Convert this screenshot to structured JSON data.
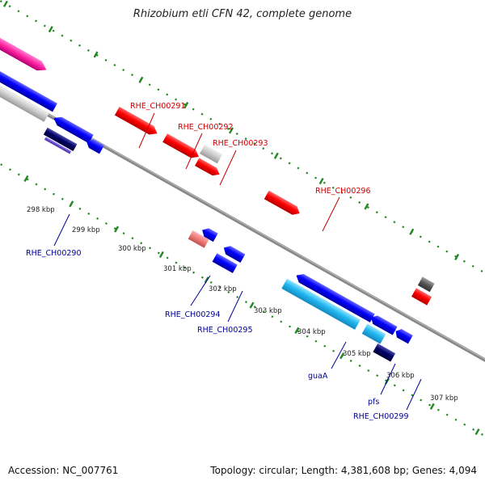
{
  "title": "Rhizobium etli CFN 42, complete genome",
  "footer": {
    "accession": "Accession: NC_007761",
    "topology": "Topology: circular; Length: 4,381,608 bp; Genes: 4,094"
  },
  "colors": {
    "forward_strand": "#ff0000",
    "reverse_strand": "#0000ff",
    "label_forward": "#cc0000",
    "label_reverse": "#000099",
    "ticks": "#228822",
    "backbone": "#888888"
  },
  "kbp_ticks": [
    "298 kbp",
    "299 kbp",
    "300 kbp",
    "301 kbp",
    "302 kbp",
    "303 kbp",
    "304 kbp",
    "305 kbp",
    "306 kbp",
    "307 kbp"
  ],
  "gene_labels": {
    "RHE_CH00291": "RHE_CH00291",
    "RHE_CH00292": "RHE_CH00292",
    "RHE_CH00293": "RHE_CH00293",
    "RHE_CH00296": "RHE_CH00296",
    "RHE_CH00290": "RHE_CH00290",
    "RHE_CH00294": "RHE_CH00294",
    "RHE_CH00295": "RHE_CH00295",
    "guaA": "guaA",
    "pfs": "pfs",
    "RHE_CH00299": "RHE_CH00299"
  }
}
